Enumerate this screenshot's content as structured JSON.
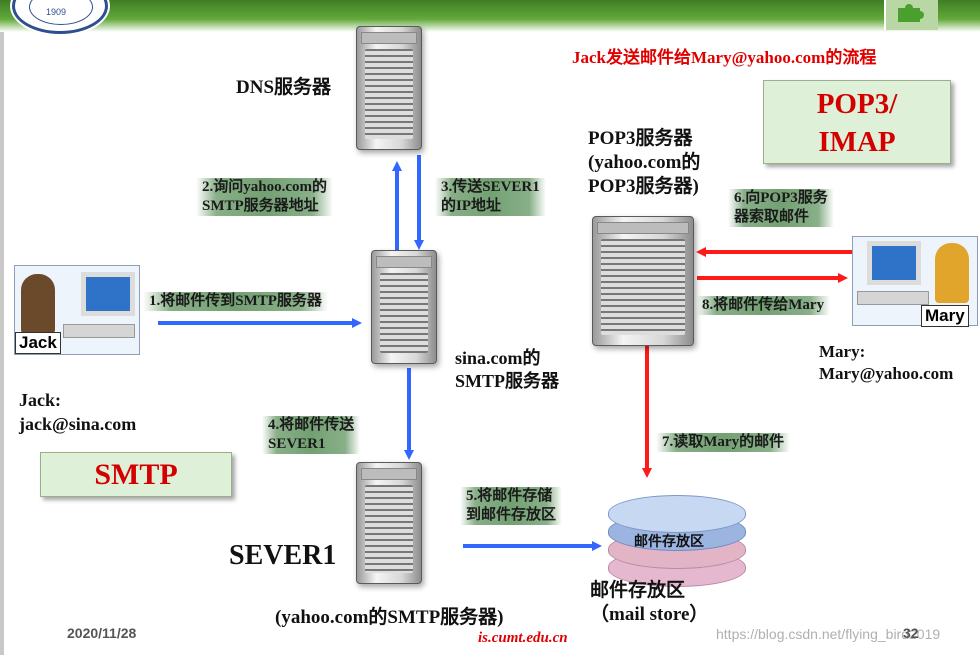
{
  "header": {
    "logo_year": "1909",
    "title": "Jack发送邮件给Mary@yahoo.com的流程"
  },
  "protocols": {
    "smtp": "SMTP",
    "pop3_line1": "POP3/",
    "pop3_line2": "IMAP"
  },
  "nodes": {
    "dns": "DNS服务器",
    "sina_line1": "sina.com的",
    "sina_line2": "SMTP服务器",
    "sever1": "SEVER1",
    "sever1_sub": "(yahoo.com的SMTP服务器)",
    "pop3_line1": "POP3服务器",
    "pop3_line2": "(yahoo.com的",
    "pop3_line3": "POP3服务器)",
    "store_inner": "邮件存放区",
    "store_line1": "邮件存放区",
    "store_line2": "（mail store）"
  },
  "users": {
    "jack_tag": "Jack",
    "jack_line1": "Jack:",
    "jack_line2": "jack@sina.com",
    "mary_tag": "Mary",
    "mary_line1": "Mary:",
    "mary_line2": "Mary@yahoo.com"
  },
  "steps": {
    "s1": "1.将邮件传到SMTP服务器",
    "s2_line1": "2.询问yahoo.com的",
    "s2_line2": "SMTP服务器地址",
    "s3_line1": "3.传送SEVER1",
    "s3_line2": "的IP地址",
    "s4_line1": "4.将邮件传送",
    "s4_line2": "SEVER1",
    "s5_line1": "5.将邮件存储",
    "s5_line2": "到邮件存放区",
    "s6_line1": "6.向POP3服务",
    "s6_line2": "器索取邮件",
    "s7": "7.读取Mary的邮件",
    "s8": "8.将邮件传给Mary"
  },
  "footer": {
    "date": "2020/11/28",
    "site": "is.cumt.edu.cn",
    "watermark": "https://blog.csdn.net/flying_bird2019",
    "page": "32"
  },
  "colors": {
    "blue_arrow": "#3366ff",
    "red_arrow": "#ff1a1a",
    "title_red": "#e00000",
    "banner_green": "#4a8f2c"
  }
}
